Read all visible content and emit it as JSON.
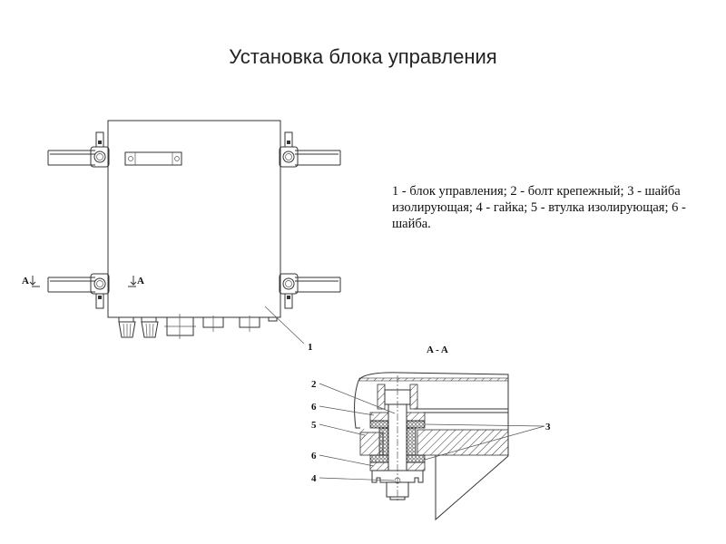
{
  "title": "Установка блока управления",
  "legend": "1 - блок управления; 2 - болт крепежный; 3 - шайба изолирующая; 4 - гайка; 5 - втулка изолирующая; 6 - шайба.",
  "front_view": {
    "section_mark_left": "A",
    "section_mark_right": "A",
    "callouts": [
      "1"
    ]
  },
  "section_view": {
    "title": "A - A",
    "callouts": [
      "2",
      "6",
      "5",
      "6",
      "4",
      "3"
    ]
  }
}
